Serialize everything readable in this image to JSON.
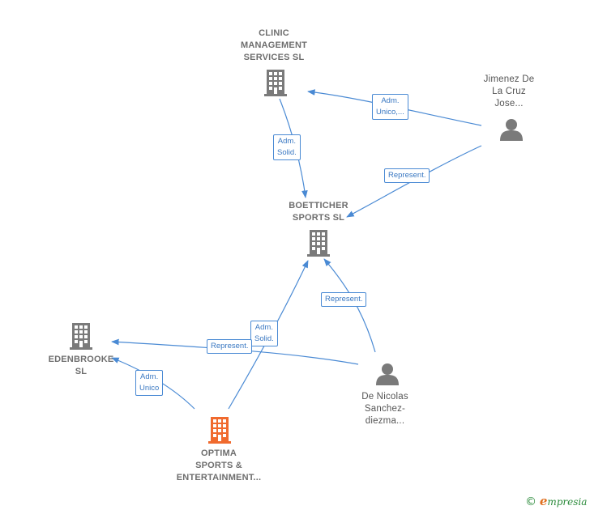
{
  "colors": {
    "company": "#7a7a7a",
    "company_highlight": "#f06a2e",
    "person": "#7a7a7a",
    "edge": "#4a8ad4",
    "edge_text": "#3a78c2",
    "label": "#6e6e6e"
  },
  "nodes": {
    "clinic": {
      "label_lines": [
        "CLINIC",
        "MANAGEMENT",
        "SERVICES  SL"
      ],
      "icon": "building-icon"
    },
    "boetticher": {
      "label_lines": [
        "BOETTICHER",
        "SPORTS  SL"
      ],
      "icon": "building-icon"
    },
    "edenbrooke": {
      "label_lines": [
        "EDENBROOKE",
        "SL"
      ],
      "icon": "building-icon"
    },
    "optima": {
      "label_lines": [
        "OPTIMA",
        "SPORTS &",
        "ENTERTAINMENT..."
      ],
      "icon": "building-icon"
    },
    "jimenez": {
      "label_lines": [
        "Jimenez De",
        "La Cruz",
        "Jose..."
      ],
      "icon": "person-icon"
    },
    "denicolas": {
      "label_lines": [
        "De Nicolas",
        "Sanchez-",
        "diezma..."
      ],
      "icon": "person-icon"
    }
  },
  "edges": {
    "jimenez_clinic": {
      "label_lines": [
        "Adm.",
        "Unico,..."
      ]
    },
    "clinic_boetticher": {
      "label_lines": [
        "Adm.",
        "Solid."
      ]
    },
    "jimenez_boetticher": {
      "label_lines": [
        "Represent."
      ]
    },
    "denicolas_boetticher": {
      "label_lines": [
        "Represent."
      ]
    },
    "optima_boetticher": {
      "label_lines": [
        "Adm.",
        "Solid."
      ]
    },
    "denicolas_edenbrooke": {
      "label_lines": [
        "Represent."
      ]
    },
    "optima_edenbrooke": {
      "label_lines": [
        "Adm.",
        "Unico"
      ]
    }
  },
  "watermark": {
    "copyright": "©",
    "brand_initial": "e",
    "brand_rest": "mpresia"
  }
}
